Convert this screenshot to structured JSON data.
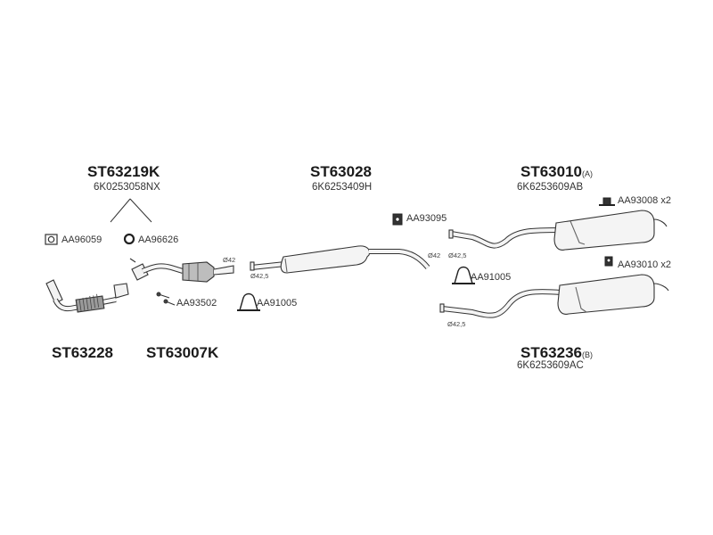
{
  "groups": {
    "front_pipe_set": {
      "part": "ST63219K",
      "oe": "6K0253058NX"
    },
    "middle_silencer": {
      "part": "ST63028",
      "oe": "6K6253409H"
    },
    "rear_silencer_a": {
      "part": "ST63010",
      "suffix": "(A)",
      "oe": "6K6253609AB"
    },
    "rear_silencer_b": {
      "part": "ST63236",
      "suffix": "(B)",
      "oe": "6K6253609AC"
    },
    "front_pipe": {
      "part": "ST63228"
    },
    "catalyst_kit": {
      "part": "ST63007K"
    }
  },
  "accessories": {
    "gasket": "AA96059",
    "ring": "AA96626",
    "bolts": "AA93502",
    "clamp_front": "AA91005",
    "hanger_mid": "AA93095",
    "clamp_rear": "AA91005",
    "rubber_a": "AA93008 x2",
    "rubber_b": "AA93010 x2"
  },
  "dimensions": {
    "cat_out": "Ø42",
    "mid_in": "Ø42,5",
    "mid_out": "Ø42",
    "rear_a_in": "Ø42,5",
    "rear_b_in": "Ø42,5"
  },
  "colors": {
    "line": "#333333",
    "fill": "#f4f4f4",
    "shade": "#bdbdbd"
  }
}
